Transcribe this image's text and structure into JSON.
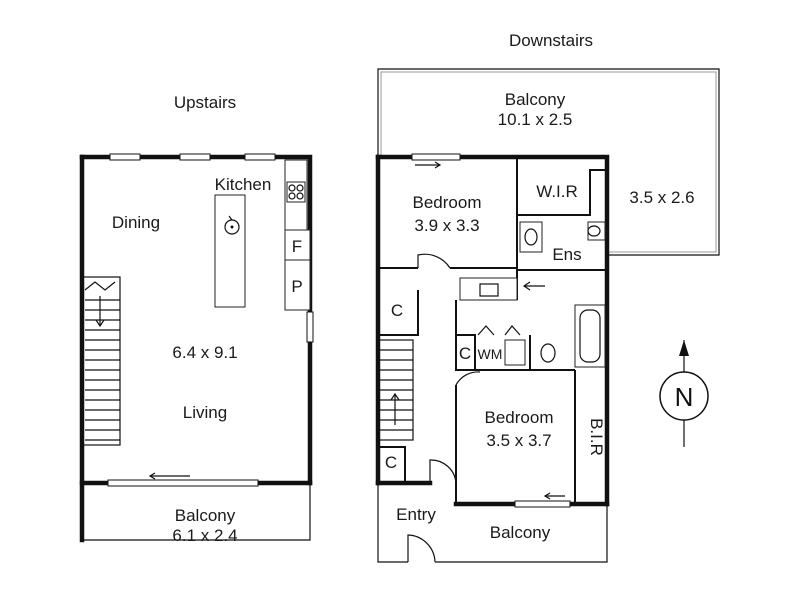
{
  "headings": {
    "downstairs": "Downstairs",
    "upstairs": "Upstairs"
  },
  "upstairs": {
    "kitchen": "Kitchen",
    "dining": "Dining",
    "fridge": "F",
    "pantry": "P",
    "main_dim": "6.4 x 9.1",
    "living": "Living",
    "balcony": "Balcony",
    "balcony_dim": "6.1 x 2.4"
  },
  "downstairs": {
    "balcony_top": "Balcony",
    "balcony_top_dim": "10.1 x 2.5",
    "side_dim": "3.5 x 2.6",
    "bedroom1": "Bedroom",
    "bedroom1_dim": "3.9 x 3.3",
    "wir": "W.I.R",
    "ens": "Ens",
    "closet1": "C",
    "closet2": "C",
    "closet3": "C",
    "laundry": "WM",
    "bedroom2": "Bedroom",
    "bedroom2_dim": "3.5 x 3.7",
    "bir": "B.I.R",
    "entry": "Entry",
    "balcony_bottom": "Balcony"
  },
  "compass": {
    "letter": "N"
  }
}
